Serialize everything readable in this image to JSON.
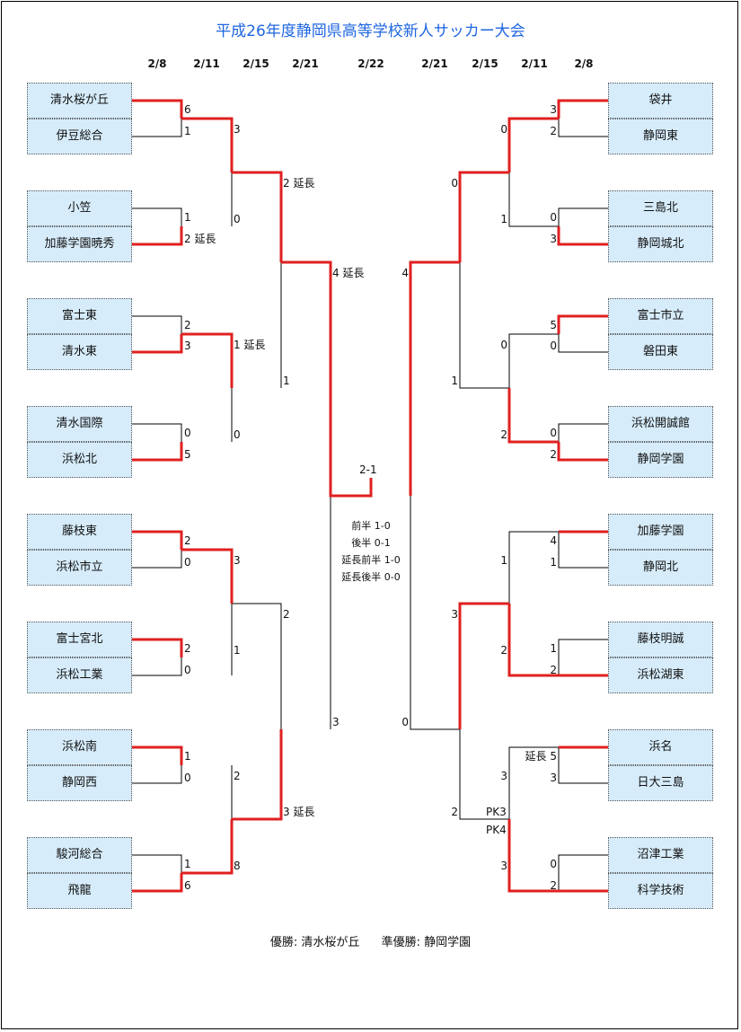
{
  "title": "平成26年度静岡県高等学校新人サッカー大会",
  "dates_left": [
    "2/8",
    "2/11",
    "2/15",
    "2/21"
  ],
  "date_center": "2/22",
  "dates_right": [
    "2/21",
    "2/15",
    "2/11",
    "2/8"
  ],
  "teams_left": [
    "清水桜が丘",
    "伊豆総合",
    "小笠",
    "加藤学園暁秀",
    "富士東",
    "清水東",
    "清水国際",
    "浜松北",
    "藤枝東",
    "浜松市立",
    "富士宮北",
    "浜松工業",
    "浜松南",
    "静岡西",
    "駿河総合",
    "飛龍"
  ],
  "teams_right": [
    "袋井",
    "静岡東",
    "三島北",
    "静岡城北",
    "富士市立",
    "磐田東",
    "浜松開誠館",
    "静岡学園",
    "加藤学園",
    "静岡北",
    "藤枝明誠",
    "浜松湖東",
    "浜名",
    "日大三島",
    "沼津工業",
    "科学技術"
  ],
  "scores_left": {
    "r1": [
      "6",
      "1",
      "1",
      "2 延長",
      "2",
      "3",
      "0",
      "5",
      "2",
      "0",
      "2",
      "0",
      "1",
      "0",
      "1",
      "6"
    ],
    "r2": [
      "3",
      "0",
      "1 延長",
      "0",
      "3",
      "1",
      "2",
      "8"
    ],
    "r3": [
      "2 延長",
      "1",
      "2",
      "3 延長"
    ],
    "sf": [
      "4 延長",
      "3"
    ]
  },
  "scores_right": {
    "r1": [
      "3",
      "2",
      "0",
      "3",
      "5",
      "0",
      "0",
      "2",
      "4",
      "1",
      "1",
      "2",
      "延長 5",
      "3",
      "0",
      "2"
    ],
    "r2": [
      "0",
      "1",
      "0",
      "2",
      "1",
      "2",
      "3",
      "3"
    ],
    "r3": [
      "0",
      "1",
      "3",
      "2"
    ],
    "sf": [
      "4",
      "0"
    ],
    "pk": [
      "PK3",
      "PK4"
    ]
  },
  "final": {
    "score": "2-1",
    "notes": [
      "前半  1-0",
      "後半  0-1",
      "延長前半  1-0",
      "延長後半  0-0"
    ]
  },
  "result": {
    "winner": "優勝: 清水桜が丘",
    "runner_up": "準優勝: 静岡学園"
  },
  "colors": {
    "win": "#e02020",
    "line": "#000000",
    "title": "#1f66e0",
    "team_bg": "#d6ecfa"
  }
}
